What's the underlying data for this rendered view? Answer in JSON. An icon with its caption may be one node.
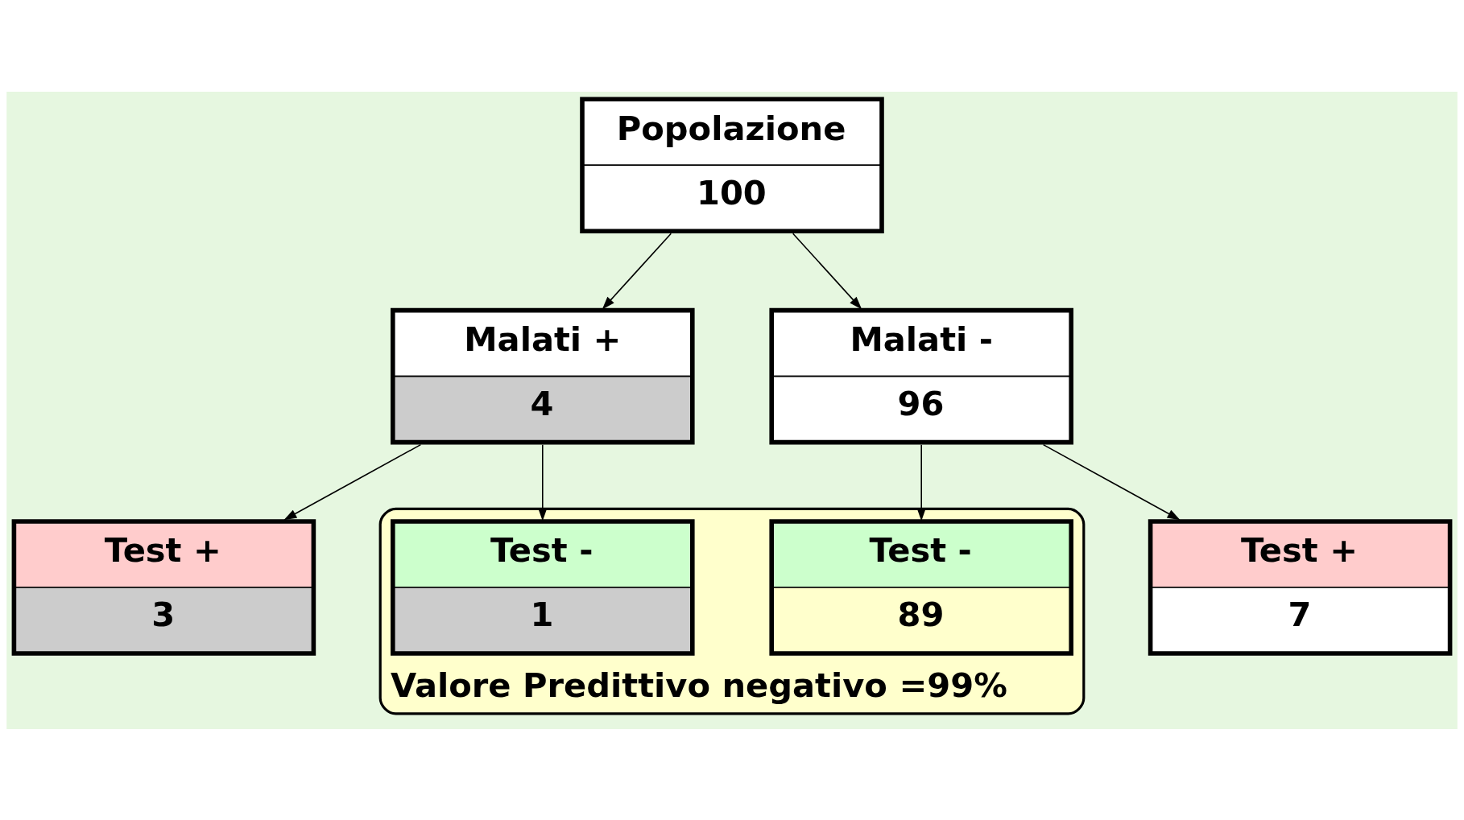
{
  "diagram": {
    "nodes": [
      {
        "text": [
          "Popolazione",
          "100"
        ]
      },
      {
        "text": [
          "Malati +",
          "4"
        ]
      },
      {
        "text": [
          "Malati -",
          "96"
        ]
      },
      {
        "text": [
          "Test +",
          "3"
        ]
      },
      {
        "text": [
          "Test +",
          "7"
        ]
      },
      {
        "text": [
          "Valore Predittivo negativo =99%"
        ]
      },
      {
        "text": [
          "Test -",
          "1"
        ],
        "in": 5
      },
      {
        "text": [
          "Test -",
          "89"
        ],
        "in": 5
      }
    ],
    "edges": [
      {
        "from": 0,
        "to": 1,
        "arrow": "to"
      },
      {
        "from": 0,
        "to": 2,
        "arrow": "to"
      },
      {
        "from": 1,
        "to": 3,
        "arrow": "to"
      },
      {
        "from": 1,
        "to": 6,
        "arrow": "to"
      },
      {
        "from": 2,
        "to": 4,
        "arrow": "to"
      },
      {
        "from": 2,
        "to": 7,
        "arrow": "to"
      }
    ]
  }
}
